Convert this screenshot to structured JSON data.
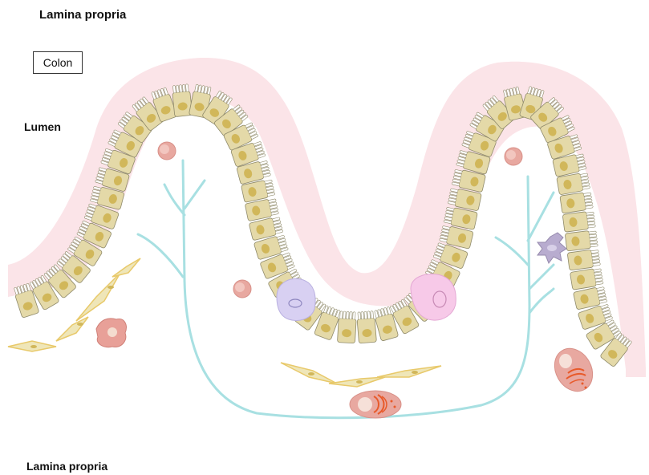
{
  "labels": {
    "lamina_propria_top": "Lamina propria",
    "colon_box": "Colon",
    "lumen": "Lumen",
    "lamina_propria_bottom": "Lamina propria"
  },
  "colors": {
    "mucosa_background": "#fbe4e8",
    "epithelial_cell_fill": "#e4d9a8",
    "epithelial_cell_stroke": "#8f8a6a",
    "nucleus_fill": "#d1b75a",
    "vessel_cyan": "#a8e0e2",
    "fibroblast_yellow": "#e8c96a",
    "lavender_cell": "#d8d0f2",
    "pink_cell": "#f7c9e8",
    "salmon_cell": "#e8a098",
    "plasma_cell_red": "#e85a2a",
    "dendritic_cell_purple": "#a89abf"
  },
  "icons": {
    "cell_types": [
      "epithelial-cell",
      "goblet-cell-lavender",
      "goblet-cell-pink",
      "fibroblast",
      "macrophage",
      "plasma-cell",
      "dendritic-cell",
      "lymphocyte",
      "capillary"
    ]
  }
}
